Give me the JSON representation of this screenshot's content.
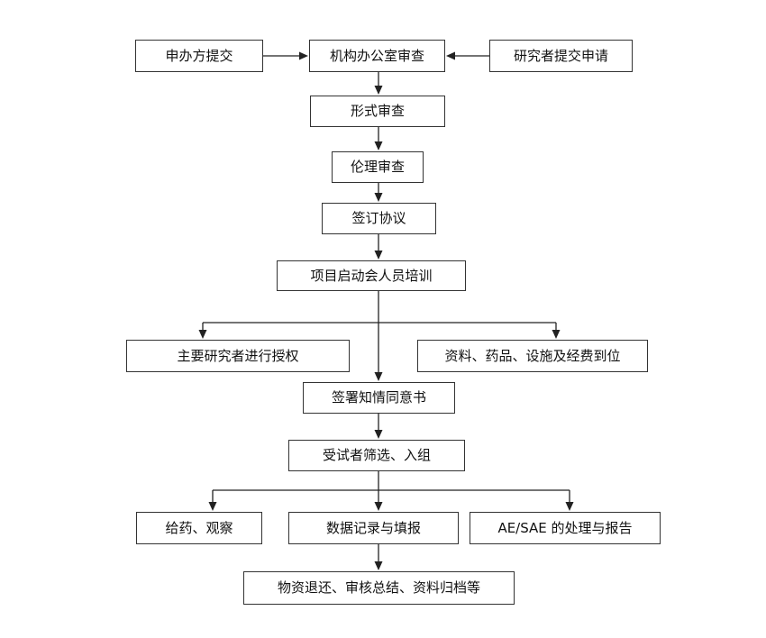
{
  "nodes": {
    "sponsor_submit": "申办方提交",
    "office_review": "机构办公室审查",
    "researcher_submit": "研究者提交申请",
    "formal_review": "形式审查",
    "ethics_review": "伦理审查",
    "sign_agreement": "签订协议",
    "kickoff_training": "项目启动会人员培训",
    "pi_authorization": "主要研究者进行授权",
    "resources_ready": "资料、药品、设施及经费到位",
    "informed_consent": "签署知情同意书",
    "screening_enroll": "受试者筛选、入组",
    "dosing_observe": "给药、观察",
    "data_record": "数据记录与填报",
    "ae_sae": "AE/SAE 的处理与报告",
    "closeout": "物资退还、审核总结、资料归档等"
  }
}
